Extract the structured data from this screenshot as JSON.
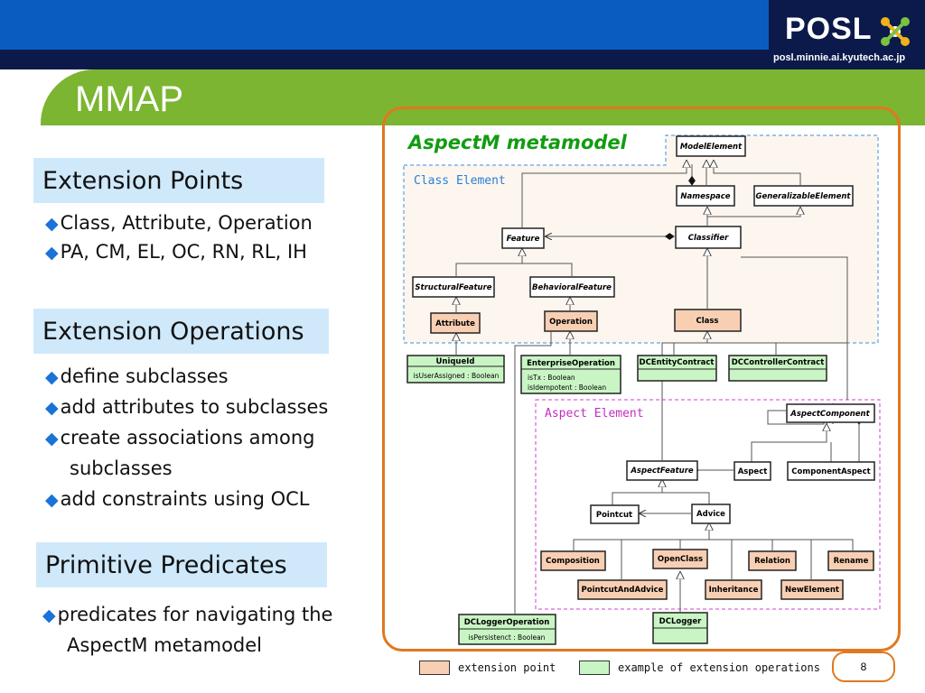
{
  "header": {
    "logo_text": "POSL",
    "logo_url": "posl.minnie.ai.kyutech.ac.jp",
    "title": "MMAP"
  },
  "sections": [
    {
      "heading": "Extension Points",
      "bullets": [
        "Class, Attribute, Operation",
        "PA, CM, EL, OC, RN, RL, IH"
      ]
    },
    {
      "heading": "Extension Operations",
      "bullets": [
        "define subclasses",
        "add attributes to subclasses",
        "create associations among",
        "subclasses",
        "add constraints using OCL"
      ]
    },
    {
      "heading": "Primitive Predicates",
      "bullets": [
        "predicates for navigating the",
        "AspectM metamodel"
      ]
    }
  ],
  "diagram": {
    "title": "AspectM metamodel",
    "class_element_label": "Class Element",
    "aspect_element_label": "Aspect Element",
    "classes": {
      "ModelElement": "ModelElement",
      "Namespace": "Namespace",
      "GeneralizableElement": "GeneralizableElement",
      "Feature": "Feature",
      "Classifier": "Classifier",
      "StructuralFeature": "StructuralFeature",
      "BehavioralFeature": "BehavioralFeature",
      "Attribute": "Attribute",
      "Operation": "Operation",
      "Class": "Class",
      "UniqueId": "UniqueId",
      "UniqueId_attr": "isUserAssigned : Boolean",
      "EnterpriseOperation": "EnterpriseOperation",
      "EnterpriseOperation_attr1": "isTx : Boolean",
      "EnterpriseOperation_attr2": "isIdempotent : Boolean",
      "DCEntityContract": "DCEntityContract",
      "DCControllerContract": "DCControllerContract",
      "AspectComponent": "AspectComponent",
      "AspectFeature": "AspectFeature",
      "Aspect": "Aspect",
      "ComponentAspect": "ComponentAspect",
      "Pointcut": "Pointcut",
      "Advice": "Advice",
      "Composition": "Composition",
      "OpenClass": "OpenClass",
      "Relation": "Relation",
      "Rename": "Rename",
      "PointcutAndAdvice": "PointcutAndAdvice",
      "Inheritance": "Inheritance",
      "NewElement": "NewElement",
      "DCLoggerOperation": "DCLoggerOperation",
      "DCLoggerOperation_attr": "isPersistenct : Boolean",
      "DCLogger": "DCLogger"
    }
  },
  "legend": {
    "extension_point": "extension point",
    "example_ops": "example of extension operations",
    "extension_point_color": "#f9cfb3",
    "example_ops_color": "#c9f5c5"
  },
  "page_number": "8"
}
